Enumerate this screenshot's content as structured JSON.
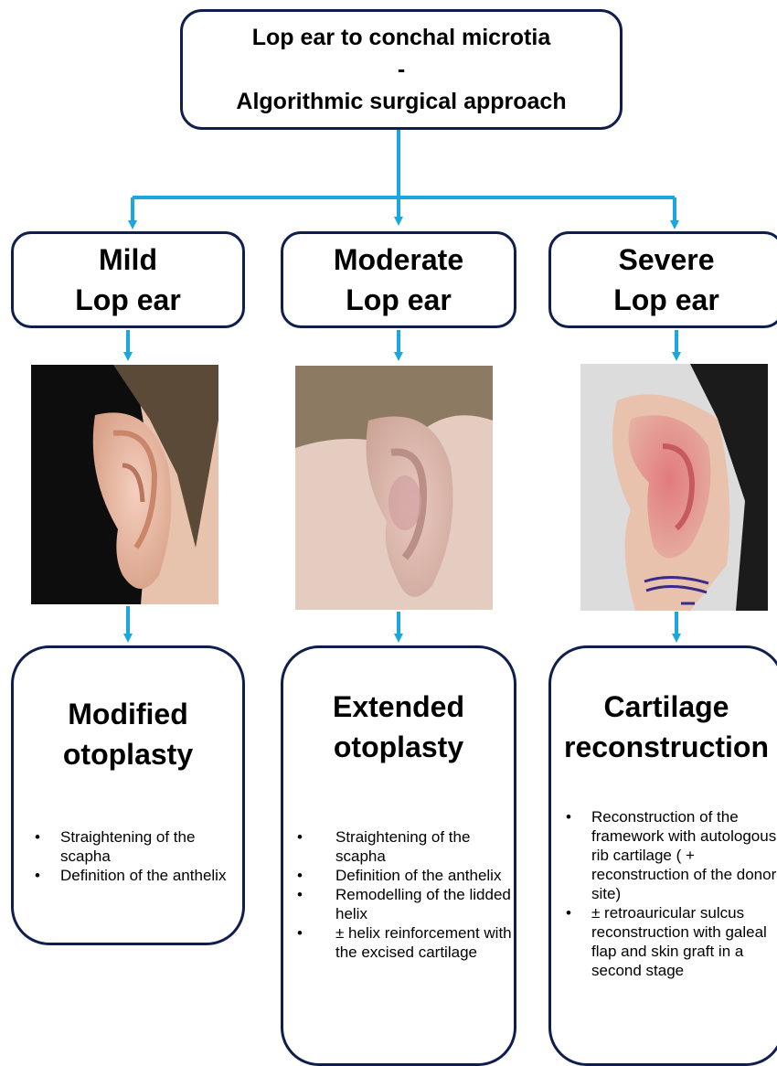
{
  "title": {
    "line1": "Lop ear to conchal microtia",
    "line2": "-",
    "line3": "Algorithmic surgical approach"
  },
  "columns": [
    {
      "severity": "Mild",
      "label": "Lop ear",
      "procedure": [
        "Modified",
        "otoplasty"
      ],
      "bullets": [
        "Straightening of the scapha",
        "Definition of the anthelix"
      ]
    },
    {
      "severity": "Moderate",
      "label": "Lop ear",
      "procedure": [
        "Extended",
        "otoplasty"
      ],
      "bullets": [
        "Straightening of the scapha",
        "Definition of the anthelix",
        "Remodelling of the lidded helix",
        "± helix reinforcement with the excised cartilage"
      ]
    },
    {
      "severity": "Severe",
      "label": "Lop ear",
      "procedure": [
        "Cartilage",
        "reconstruction"
      ],
      "bullets": [
        "Reconstruction of the framework with autologous rib cartilage ( + reconstruction of the donor site)",
        "± retroauricular sulcus reconstruction with galeal flap and skin graft in a second stage"
      ]
    }
  ],
  "colors": {
    "arrow": "#1aa7e0",
    "box_border": "#0f1e4d",
    "marker_ink": "#3a2a8a"
  },
  "images": [
    "ear-photo-mild",
    "ear-photo-moderate",
    "ear-photo-severe"
  ]
}
